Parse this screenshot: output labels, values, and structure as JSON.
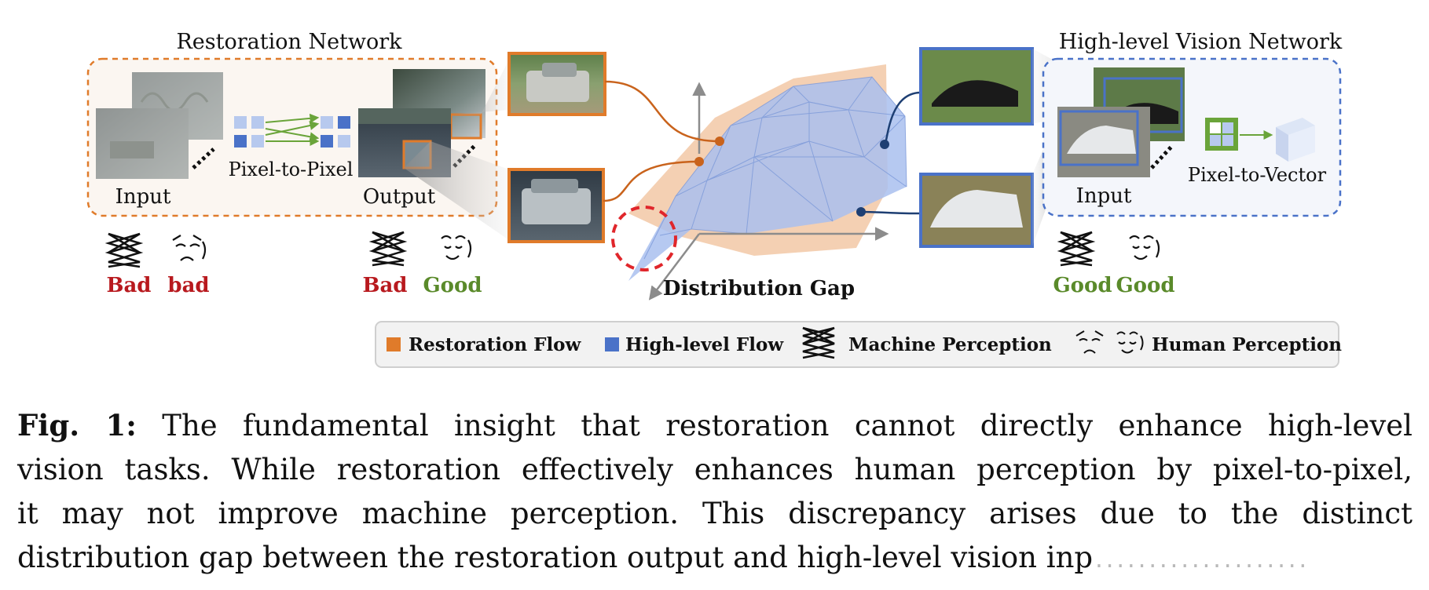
{
  "figure": {
    "left_panel": {
      "title": "Restoration Network",
      "input_label": "Input",
      "output_label": "Output",
      "mapping_label": "Pixel-to-Pixel",
      "input_perception": {
        "machine": "Bad",
        "human": "bad"
      },
      "output_perception": {
        "machine": "Bad",
        "human": "Good"
      }
    },
    "center": {
      "gap_label": "Distribution Gap"
    },
    "right_panel": {
      "title": "High-level Vision Network",
      "input_label": "Input",
      "mapping_label": "Pixel-to-Vector",
      "input_perception": {
        "machine": "Good",
        "human": "Good"
      }
    },
    "legend": {
      "restoration_flow": "Restoration Flow",
      "highlevel_flow": "High-level Flow",
      "machine_perception": "Machine Perception",
      "human_perception": "Human Perception"
    },
    "colors": {
      "orange": "#e07b2a",
      "blue": "#4a72c8",
      "bad_red": "#b8191e",
      "good_green": "#5a8a2a",
      "gap_red": "#e0262b"
    }
  },
  "caption": {
    "lead": "Fig. 1:",
    "line1": "The fundamental insight that restoration cannot directly enhance high-level",
    "line2": "vision tasks. While restoration effectively enhances human perception by pixel-to-pixel,",
    "line3": "it may not improve machine perception. This discrepancy arises due to the distinct",
    "line4": "distribution gap between the restoration output and high-level vision inp",
    "line4_tail": "...................."
  }
}
